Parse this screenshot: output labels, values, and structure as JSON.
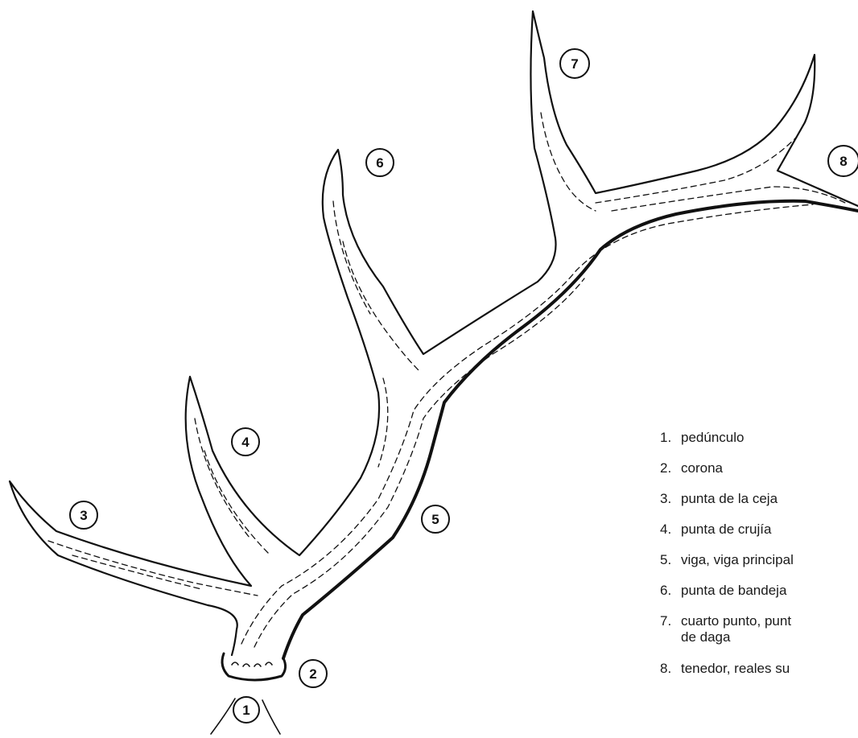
{
  "callouts": [
    "1",
    "2",
    "3",
    "4",
    "5",
    "6",
    "7",
    "8"
  ],
  "legend": [
    {
      "num": "1.",
      "text": "pedúnculo"
    },
    {
      "num": "2.",
      "text": "corona"
    },
    {
      "num": "3.",
      "text": "punta de la ceja"
    },
    {
      "num": "4.",
      "text": "punta de crujía"
    },
    {
      "num": "5.",
      "text": "viga, viga principal"
    },
    {
      "num": "6.",
      "text": "punta de bandeja"
    },
    {
      "num": "7.",
      "text": "cuarto punto, punt\nde daga"
    },
    {
      "num": "8.",
      "text": "tenedor, reales su"
    }
  ],
  "colors": {
    "ink": "#111111",
    "paper": "#ffffff",
    "legend_text": "#1a1a1a"
  }
}
